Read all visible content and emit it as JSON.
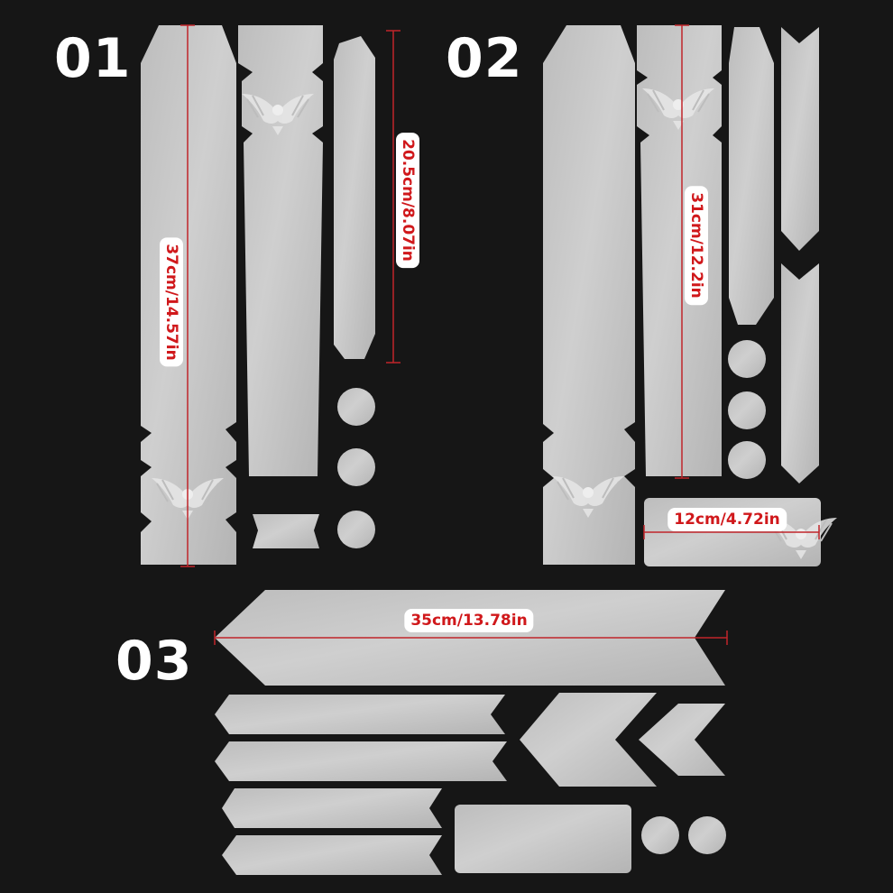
{
  "sets": [
    {
      "id": "set-01",
      "label": "01"
    },
    {
      "id": "set-02",
      "label": "02"
    },
    {
      "id": "set-03",
      "label": "03"
    }
  ],
  "dimensions": {
    "set01_long": "37cm/14.57in",
    "set01_short": "20.5cm/8.07in",
    "set02_long": "31cm/12.2in",
    "set02_width": "12cm/4.72in",
    "set03_long": "35cm/13.78in"
  },
  "colors": {
    "background": "#161616",
    "film": "#c8c8c8",
    "measure_line": "#c0252a",
    "dimension_text": "#d0181b",
    "dimension_badge": "#ffffff"
  },
  "icons": {
    "logo": "winged-emblem-icon"
  }
}
